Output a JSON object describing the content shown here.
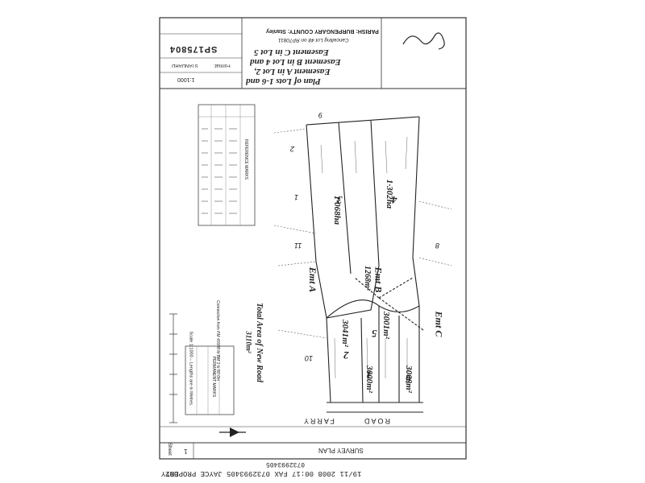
{
  "fax_header": "19/11 2008 00:17 FAX 0732993405        JAYCE PROPERTY",
  "fax_page": "002",
  "fax_number": "0732993405",
  "survey_plan_label": "SURVEY PLAN",
  "plan_number": "SP175804",
  "format_label": "Format:",
  "format_value": "STANDARD",
  "scale_value": "1:1000",
  "title_lines": [
    "Plan of Lots 1-6 and",
    "Easement A in Lot 2,",
    "Easement B in Lot 4 and",
    "Easement C in Lot 5"
  ],
  "cancelling_line": "Cancelling Lot 48 on RP70811",
  "parish_line": "PARISH: BURPENGARY     COUNTY: Stanley",
  "total_area_line1": "Total Area of New Road",
  "total_area_line2": "3110m²",
  "road_names": [
    "FARRY",
    "ROAD"
  ],
  "lots": [
    {
      "id": "lot-1",
      "num": "1",
      "area": "3000m²"
    },
    {
      "id": "lot-2",
      "num": "2",
      "area": "3041m²"
    },
    {
      "id": "lot-3",
      "num": "3",
      "area": "1·068ha"
    },
    {
      "id": "lot-4",
      "num": "4",
      "area": "1·302ha"
    },
    {
      "id": "lot-5",
      "num": "5",
      "area": "3001m²"
    },
    {
      "id": "lot-6",
      "num": "6",
      "area": "3000m²"
    }
  ],
  "easements": [
    {
      "id": "emt-a",
      "label": "Emt A"
    },
    {
      "id": "emt-b",
      "label": "Emt B",
      "area": "1268m²"
    },
    {
      "id": "emt-c",
      "label": "Emt C"
    }
  ],
  "adjoining_lots": [
    "9",
    "8",
    "2",
    "1",
    "11",
    "10"
  ],
  "ref_marks_title": "REFERENCE MARKS",
  "perm_marks_title": "PERMANENT MARKS",
  "sheet_label": "Sheet",
  "sheet_number": "1",
  "scale_note": "Scale 1:1000 – Lengths are in Metres.",
  "conn_note": "Connection from PM 40006 to BM 1 is 50·0m"
}
